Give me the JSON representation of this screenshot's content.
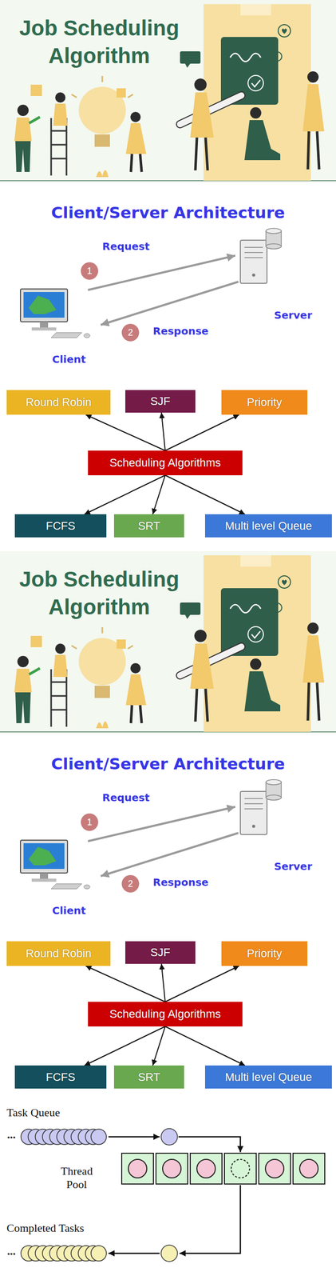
{
  "diagram": {
    "nodes": [
      {
        "text": [
          "Round Robin"
        ]
      },
      {
        "text": [
          "SJF"
        ]
      },
      {
        "text": [
          "Priority"
        ]
      },
      {
        "text": [
          "Scheduling Algorithms"
        ]
      },
      {
        "text": [
          "FCFS"
        ]
      },
      {
        "text": [
          "SRT"
        ]
      },
      {
        "text": [
          "Multi level Queue"
        ]
      },
      {
        "text": [
          "Round Robin"
        ]
      },
      {
        "text": [
          "SJF"
        ]
      },
      {
        "text": [
          "Priority"
        ]
      },
      {
        "text": [
          "Scheduling Algorithms"
        ]
      },
      {
        "text": [
          "FCFS"
        ]
      },
      {
        "text": [
          "SRT"
        ]
      },
      {
        "text": [
          "Multi level Queue"
        ]
      }
    ],
    "edges": [
      {
        "from": 3,
        "to": 0,
        "arrow": "to"
      },
      {
        "from": 3,
        "to": 1,
        "arrow": "to"
      },
      {
        "from": 3,
        "to": 2,
        "arrow": "to"
      },
      {
        "from": 3,
        "to": 4,
        "arrow": "to"
      },
      {
        "from": 3,
        "to": 5,
        "arrow": "to"
      },
      {
        "from": 3,
        "to": 6,
        "arrow": "to"
      },
      {
        "from": 10,
        "to": 7,
        "arrow": "to"
      },
      {
        "from": 10,
        "to": 8,
        "arrow": "to"
      },
      {
        "from": 10,
        "to": 9,
        "arrow": "to"
      },
      {
        "from": 10,
        "to": 11,
        "arrow": "to"
      },
      {
        "from": 10,
        "to": 12,
        "arrow": "to"
      },
      {
        "from": 10,
        "to": 13,
        "arrow": "to"
      }
    ],
    "labels": [
      "Job Scheduling Algorithm",
      "Client/Server Architecture",
      "Request",
      "1",
      "Server",
      "2",
      "Response",
      "Client",
      "Job Scheduling Algorithm",
      "Client/Server Architecture",
      "Request",
      "1",
      "Server",
      "2",
      "Response",
      "Client",
      "Task Queue",
      "...",
      "Thread Pool",
      "Completed Tasks",
      "..."
    ]
  }
}
